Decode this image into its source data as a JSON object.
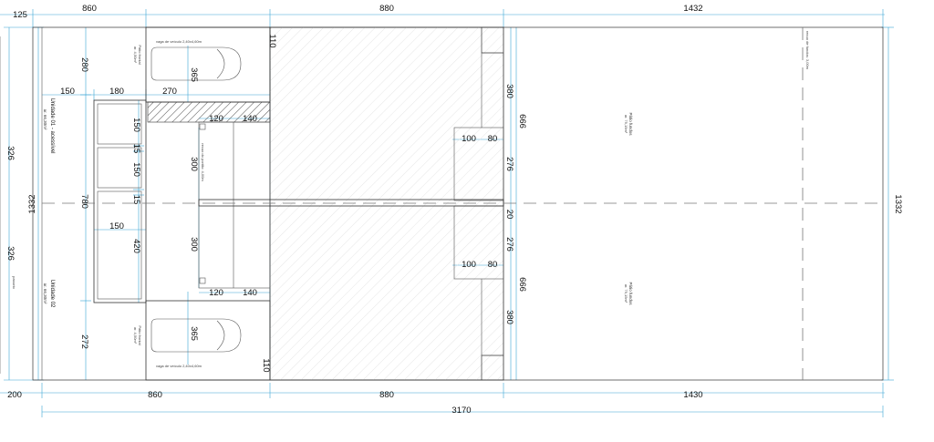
{
  "dimensions": {
    "top": [
      "125",
      "860",
      "880",
      "1432"
    ],
    "bottom": [
      "200",
      "860",
      "880",
      "1430"
    ],
    "total": "3170",
    "left": [
      "326",
      "326"
    ],
    "left_total": "1332",
    "right_total": "1332",
    "front_left": [
      "280",
      "780",
      "272"
    ],
    "front_mid": [
      "150",
      "180",
      "270"
    ],
    "rooms_col": [
      "150",
      "15",
      "150",
      "15",
      "420"
    ],
    "rooms_width": "150",
    "garage": [
      "110",
      "365",
      "365",
      "110"
    ],
    "hall_top": [
      "120",
      "140"
    ],
    "hall_bottom": [
      "120",
      "140"
    ],
    "hall_height": [
      "300",
      "300"
    ],
    "house_right": [
      "380",
      "666",
      "276",
      "20",
      "276",
      "666",
      "380"
    ],
    "bay": [
      "100",
      "80",
      "100",
      "80"
    ]
  },
  "labels": {
    "unit1": "Unidade 01 - acessível",
    "unit1_area": "ar. 66,30m²",
    "unit2": "Unidade 02",
    "unit2_area": "ar. 66,30m²",
    "vehicle1": "vaga de veículo 2,40x4,60m",
    "vehicle2": "vaga de veículo 2,40x4,60m",
    "patio_front1": "Pátio frontal",
    "patio_front1_area": "ar. 4,50m²",
    "patio_front2": "Pátio frontal",
    "patio_front2_area": "ar. 4,50m²",
    "patio_back1": "Pátio fundos",
    "patio_back1_area": "ar. 79,15m²",
    "patio_back2": "Pátio fundos",
    "patio_back2_area": "ar. 79,15m²",
    "muro_portao": "recuo do portão: 4,00m",
    "muro_fundos": "recuo de fundos: 3,00m",
    "passeio": "passeio"
  }
}
